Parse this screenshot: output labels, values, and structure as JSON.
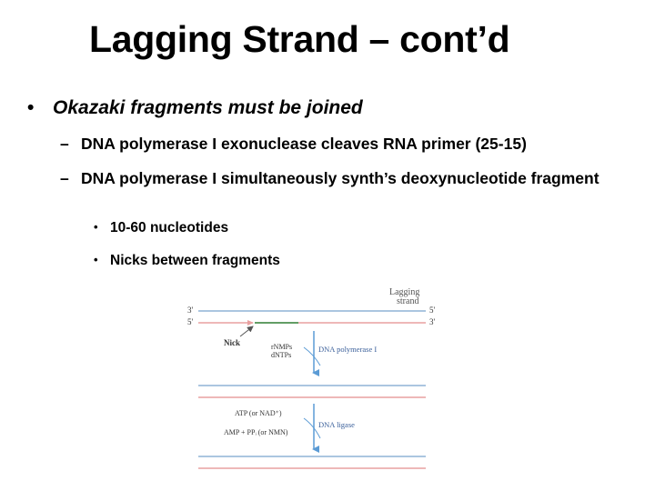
{
  "slide": {
    "title": "Lagging Strand – cont’d",
    "bullet": {
      "marker": "•",
      "text": "Okazaki fragments must be joined"
    },
    "sub_bullets": [
      {
        "marker": "–",
        "text": "DNA polymerase I exonuclease cleaves RNA primer (25-15)"
      },
      {
        "marker": "–",
        "text": "DNA polymerase I simultaneously synth’s deoxynucleotide fragment"
      }
    ],
    "sub_sub_bullets": [
      {
        "marker": "•",
        "text": "10-60 nucleotides"
      },
      {
        "marker": "•",
        "text": "Nicks between fragments"
      }
    ]
  },
  "diagram": {
    "heading_line1": "Lagging",
    "heading_line2": "strand",
    "top_left_3": "3'",
    "top_right_5": "5'",
    "second_left_5": "5'",
    "second_right_3": "3'",
    "nick_label": "Nick",
    "step1_inputs_line1": "rNMPs",
    "step1_inputs_line2": "dNTPs",
    "step1_enzyme": "DNA polymerase I",
    "step2_inputs": "ATP (or NAD⁺)",
    "step2_outputs": "AMP + PPᵢ (or NMN)",
    "step2_enzyme": "DNA ligase",
    "colors": {
      "template_strand": "#8fb3d6",
      "new_strand": "#e8a0a0",
      "primer": "#2e7d32",
      "arrow": "#5b9bd5",
      "label": "#3a5f9a",
      "heading": "#555555"
    }
  }
}
